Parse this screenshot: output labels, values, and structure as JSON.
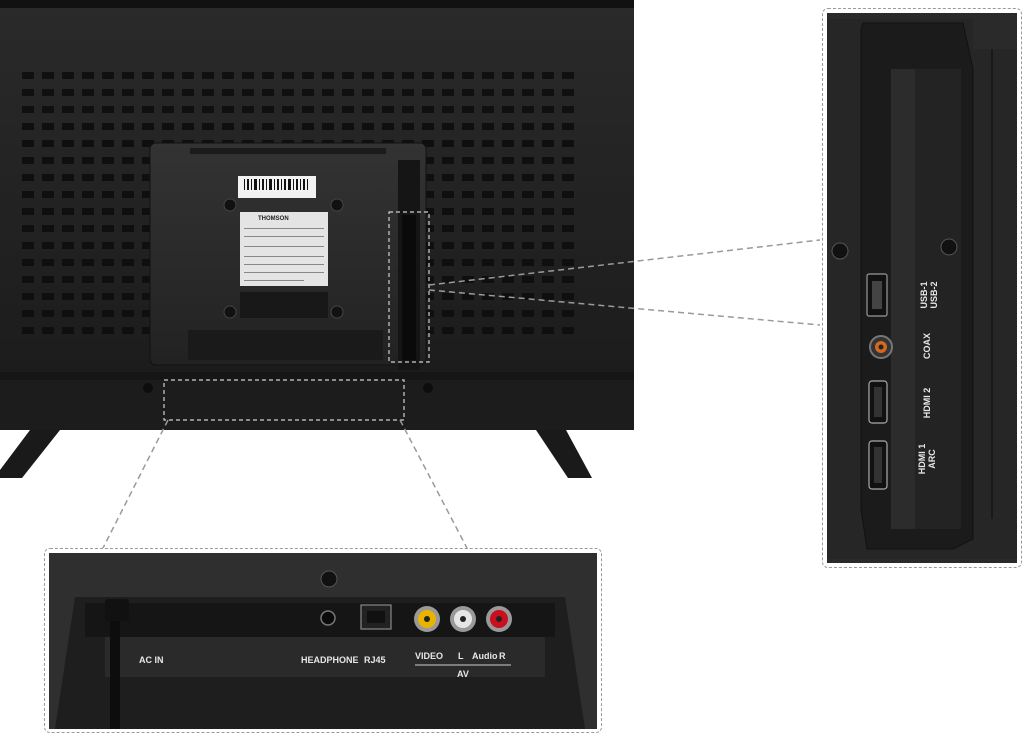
{
  "tv": {
    "brand_logo": "THOMSON"
  },
  "side_panel": {
    "ports": [
      {
        "name": "USB",
        "label_line1": "USB-1",
        "label_line2": "USB-2"
      },
      {
        "name": "COAX",
        "label_line1": "COAX",
        "label_line2": ""
      },
      {
        "name": "HDMI 2",
        "label_line1": "HDMI 2",
        "label_line2": ""
      },
      {
        "name": "HDMI 1 ARC",
        "label_line1": "HDMI 1",
        "label_line2": "ARC"
      }
    ]
  },
  "bottom_panel": {
    "labels": {
      "ac_in": "AC IN",
      "headphone": "HEADPHONE",
      "rj45": "RJ45",
      "video": "VIDEO",
      "l": "L",
      "audio": "Audio",
      "r": "R",
      "av": "AV"
    }
  },
  "colors": {
    "tv_body": "#1f1f1f",
    "panel_bg": "#2b2b2b",
    "rca_yellow": "#e8b400",
    "rca_white": "#e6e6e6",
    "rca_red": "#c8101e",
    "coax_orange": "#d2691e",
    "callout_border": "#9a9a9a"
  }
}
